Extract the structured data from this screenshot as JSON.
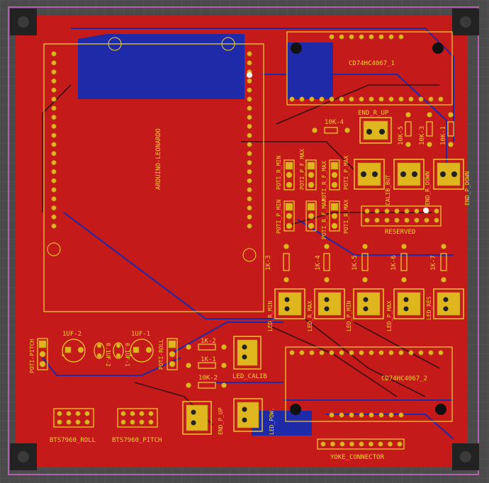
{
  "board": {
    "colors": {
      "background": "#4a4a4a",
      "copper_top": "#c41a1a",
      "copper_bottom": "#1e2aa8",
      "silkscreen": "#f2d230",
      "outline": "#d06ad0"
    }
  },
  "labels": {
    "arduino": "ARDUINO-LEONARDO",
    "mux1": "CD74HC4067_1",
    "mux2": "CD74HC4067_2",
    "end_r_up": "END_R_UP",
    "r10k4": "10K-4",
    "r10k5": "10K-5",
    "r10k3": "10K-3",
    "r10k1": "10K-1",
    "poti_r_min": "POTI_R_MIN",
    "poti_p_f_max": "POTI_P_F_MAX",
    "poti_p_max": "POTI_P_MAX",
    "calib_but": "CALIB_BUT",
    "end_r_down": "END_R_DOWN",
    "end_p_down": "END_P_DOWN",
    "poti_r_f_max": "POTI_R_F_MAX",
    "poti_p_min": "POTI_P_MIN",
    "poti_r_f_max2": "POTI_R_F_MAX",
    "poti_r_max": "POTI_R_MAX",
    "reserved": "RESERVED",
    "r1k3": "1K-3",
    "r1k4": "1K-4",
    "r1k5": "1K-5",
    "r1k6": "1K-6",
    "r1k7": "1K-7",
    "led_r_min": "LED_R_MIN",
    "led_r_max": "LED_R_MAX",
    "led_p_min": "LED_P_MIN",
    "led_p_max": "LED_P_MAX",
    "led_res": "LED_RES",
    "poti_pitch": "POTI-PITCH",
    "c1uf2": "1UF-2",
    "c01uf2": "0.1UF-2",
    "c01uf1": "0.1UF-1",
    "c1uf1": "1UF-1",
    "poti_roll": "POTI-ROLL",
    "r1k2": "1K-2",
    "r1k1": "1K-1",
    "r10k2": "10K-2",
    "led_calib": "LED_CALIB",
    "end_p_up": "END_P_UP",
    "led_pow": "LED_POW.",
    "bts_roll": "BTS7960_ROLL",
    "bts_pitch": "BTS7960_PITCH",
    "yoke": "YOKE_CONNECTOR"
  }
}
